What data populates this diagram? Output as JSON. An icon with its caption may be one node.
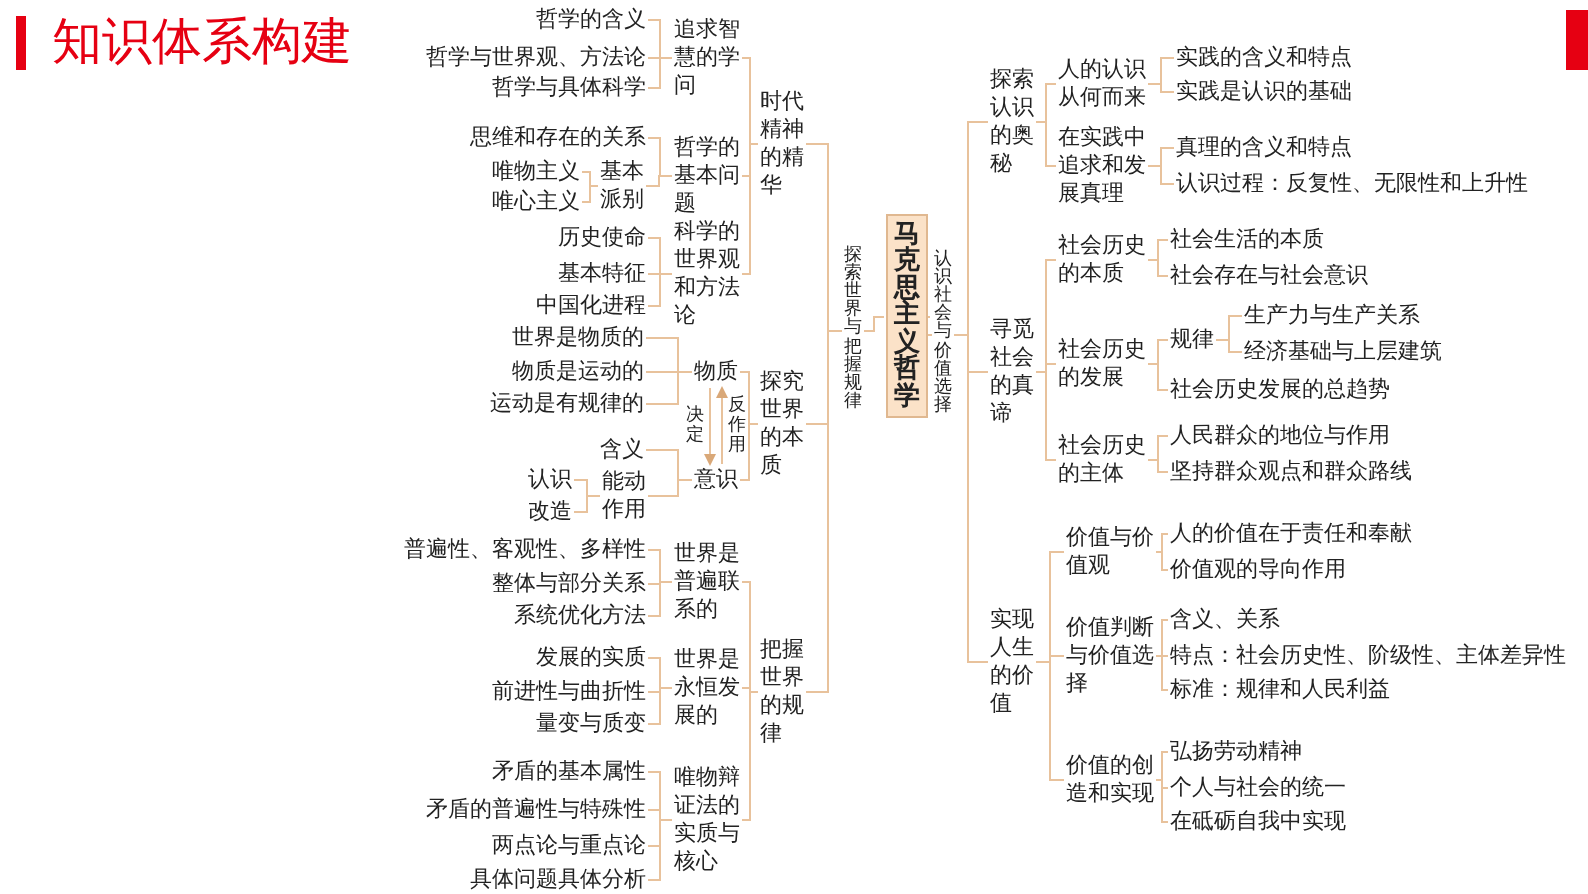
{
  "diagram": {
    "title": "知识体系构建",
    "nodes": [
      {
        "text": [
          "马克思主义哲学"
        ]
      },
      {
        "text": [
          "探索世界与把握规律"
        ]
      },
      {
        "text": [
          "认识社会与价值选择"
        ]
      },
      {
        "text": [
          "时代精神的精华"
        ]
      },
      {
        "text": [
          "追求智慧的学问"
        ]
      },
      {
        "text": [
          "哲学的含义"
        ]
      },
      {
        "text": [
          "哲学与世界观、方法论"
        ]
      },
      {
        "text": [
          "哲学与具体科学"
        ]
      },
      {
        "text": [
          "哲学的基本问题"
        ]
      },
      {
        "text": [
          "思维和存在的关系"
        ]
      },
      {
        "text": [
          "基本派别"
        ]
      },
      {
        "text": [
          "唯物主义"
        ]
      },
      {
        "text": [
          "唯心主义"
        ]
      },
      {
        "text": [
          "科学的世界观和方法论"
        ]
      },
      {
        "text": [
          "历史使命"
        ]
      },
      {
        "text": [
          "基本特征"
        ]
      },
      {
        "text": [
          "中国化进程"
        ]
      },
      {
        "text": [
          "探究世界的本质"
        ]
      },
      {
        "text": [
          "物质"
        ]
      },
      {
        "text": [
          "世界是物质的"
        ]
      },
      {
        "text": [
          "物质是运动的"
        ]
      },
      {
        "text": [
          "运动是有规律的"
        ]
      },
      {
        "text": [
          "意识"
        ]
      },
      {
        "text": [
          "含义"
        ]
      },
      {
        "text": [
          "能动作用"
        ]
      },
      {
        "text": [
          "认识"
        ]
      },
      {
        "text": [
          "改造"
        ]
      },
      {
        "text": [
          "把握世界的规律"
        ]
      },
      {
        "text": [
          "世界是普遍联系的"
        ]
      },
      {
        "text": [
          "普遍性、客观性、多样性"
        ]
      },
      {
        "text": [
          "整体与部分关系"
        ]
      },
      {
        "text": [
          "系统优化方法"
        ]
      },
      {
        "text": [
          "世界是永恒发展的"
        ]
      },
      {
        "text": [
          "发展的实质"
        ]
      },
      {
        "text": [
          "前进性与曲折性"
        ]
      },
      {
        "text": [
          "量变与质变"
        ]
      },
      {
        "text": [
          "唯物辩证法的实质与核心"
        ]
      },
      {
        "text": [
          "矛盾的基本属性"
        ]
      },
      {
        "text": [
          "矛盾的普遍性与特殊性"
        ]
      },
      {
        "text": [
          "两点论与重点论"
        ]
      },
      {
        "text": [
          "具体问题具体分析"
        ]
      },
      {
        "text": [
          "探索认识的奥秘"
        ]
      },
      {
        "text": [
          "人的认识从何而来"
        ]
      },
      {
        "text": [
          "实践的含义和特点"
        ]
      },
      {
        "text": [
          "实践是认识的基础"
        ]
      },
      {
        "text": [
          "在实践中追求和发展真理"
        ]
      },
      {
        "text": [
          "真理的含义和特点"
        ]
      },
      {
        "text": [
          "认识过程：反复性、无限性和上升性"
        ]
      },
      {
        "text": [
          "寻觅社会的真谛"
        ]
      },
      {
        "text": [
          "社会历史的本质"
        ]
      },
      {
        "text": [
          "社会生活的本质"
        ]
      },
      {
        "text": [
          "社会存在与社会意识"
        ]
      },
      {
        "text": [
          "社会历史的发展"
        ]
      },
      {
        "text": [
          "规律"
        ]
      },
      {
        "text": [
          "生产力与生产关系"
        ]
      },
      {
        "text": [
          "经济基础与上层建筑"
        ]
      },
      {
        "text": [
          "社会历史发展的总趋势"
        ]
      },
      {
        "text": [
          "社会历史的主体"
        ]
      },
      {
        "text": [
          "人民群众的地位与作用"
        ]
      },
      {
        "text": [
          "坚持群众观点和群众路线"
        ]
      },
      {
        "text": [
          "实现人生的价值"
        ]
      },
      {
        "text": [
          "价值与价值观"
        ]
      },
      {
        "text": [
          "人的价值在于责任和奉献"
        ]
      },
      {
        "text": [
          "价值观的导向作用"
        ]
      },
      {
        "text": [
          "价值判断与价值选择"
        ]
      },
      {
        "text": [
          "含义、关系"
        ]
      },
      {
        "text": [
          "特点：社会历史性、阶级性、主体差异性"
        ]
      },
      {
        "text": [
          "标准：规律和人民利益"
        ]
      },
      {
        "text": [
          "价值的创造和实现"
        ]
      },
      {
        "text": [
          "弘扬劳动精神"
        ]
      },
      {
        "text": [
          "个人与社会的统一"
        ]
      },
      {
        "text": [
          "在砥砺自我中实现"
        ]
      }
    ],
    "edges": [
      {
        "from": 0,
        "to": 1,
        "arrow": "none"
      },
      {
        "from": 0,
        "to": 2,
        "arrow": "none"
      },
      {
        "from": 1,
        "to": 3,
        "arrow": "none"
      },
      {
        "from": 1,
        "to": 17,
        "arrow": "none"
      },
      {
        "from": 1,
        "to": 27,
        "arrow": "none"
      },
      {
        "from": 3,
        "to": 4,
        "arrow": "none"
      },
      {
        "from": 4,
        "to": 5,
        "arrow": "none"
      },
      {
        "from": 4,
        "to": 6,
        "arrow": "none"
      },
      {
        "from": 4,
        "to": 7,
        "arrow": "none"
      },
      {
        "from": 3,
        "to": 8,
        "arrow": "none"
      },
      {
        "from": 8,
        "to": 9,
        "arrow": "none"
      },
      {
        "from": 8,
        "to": 10,
        "arrow": "none"
      },
      {
        "from": 10,
        "to": 11,
        "arrow": "none"
      },
      {
        "from": 10,
        "to": 12,
        "arrow": "none"
      },
      {
        "from": 3,
        "to": 13,
        "arrow": "none"
      },
      {
        "from": 13,
        "to": 14,
        "arrow": "none"
      },
      {
        "from": 13,
        "to": 15,
        "arrow": "none"
      },
      {
        "from": 13,
        "to": 16,
        "arrow": "none"
      },
      {
        "from": 17,
        "to": 18,
        "arrow": "none"
      },
      {
        "from": 18,
        "to": 19,
        "arrow": "none"
      },
      {
        "from": 18,
        "to": 20,
        "arrow": "none"
      },
      {
        "from": 18,
        "to": 21,
        "arrow": "none"
      },
      {
        "from": 17,
        "to": 22,
        "arrow": "none"
      },
      {
        "from": 22,
        "to": 23,
        "arrow": "none"
      },
      {
        "from": 22,
        "to": 24,
        "arrow": "none"
      },
      {
        "from": 24,
        "to": 25,
        "arrow": "none"
      },
      {
        "from": 24,
        "to": 26,
        "arrow": "none"
      },
      {
        "from": 18,
        "to": 22,
        "arrow": "to",
        "label": "决定"
      },
      {
        "from": 22,
        "to": 18,
        "arrow": "to",
        "label": "反作用"
      },
      {
        "from": 27,
        "to": 28,
        "arrow": "none"
      },
      {
        "from": 28,
        "to": 29,
        "arrow": "none"
      },
      {
        "from": 28,
        "to": 30,
        "arrow": "none"
      },
      {
        "from": 28,
        "to": 31,
        "arrow": "none"
      },
      {
        "from": 27,
        "to": 32,
        "arrow": "none"
      },
      {
        "from": 32,
        "to": 33,
        "arrow": "none"
      },
      {
        "from": 32,
        "to": 34,
        "arrow": "none"
      },
      {
        "from": 32,
        "to": 35,
        "arrow": "none"
      },
      {
        "from": 27,
        "to": 36,
        "arrow": "none"
      },
      {
        "from": 36,
        "to": 37,
        "arrow": "none"
      },
      {
        "from": 36,
        "to": 38,
        "arrow": "none"
      },
      {
        "from": 36,
        "to": 39,
        "arrow": "none"
      },
      {
        "from": 36,
        "to": 40,
        "arrow": "none"
      },
      {
        "from": 2,
        "to": 41,
        "arrow": "none"
      },
      {
        "from": 41,
        "to": 42,
        "arrow": "none"
      },
      {
        "from": 42,
        "to": 43,
        "arrow": "none"
      },
      {
        "from": 42,
        "to": 44,
        "arrow": "none"
      },
      {
        "from": 41,
        "to": 45,
        "arrow": "none"
      },
      {
        "from": 45,
        "to": 46,
        "arrow": "none"
      },
      {
        "from": 45,
        "to": 47,
        "arrow": "none"
      },
      {
        "from": 2,
        "to": 48,
        "arrow": "none"
      },
      {
        "from": 48,
        "to": 49,
        "arrow": "none"
      },
      {
        "from": 49,
        "to": 50,
        "arrow": "none"
      },
      {
        "from": 49,
        "to": 51,
        "arrow": "none"
      },
      {
        "from": 48,
        "to": 52,
        "arrow": "none"
      },
      {
        "from": 52,
        "to": 53,
        "arrow": "none"
      },
      {
        "from": 53,
        "to": 54,
        "arrow": "none"
      },
      {
        "from": 53,
        "to": 55,
        "arrow": "none"
      },
      {
        "from": 52,
        "to": 56,
        "arrow": "none"
      },
      {
        "from": 48,
        "to": 57,
        "arrow": "none"
      },
      {
        "from": 57,
        "to": 58,
        "arrow": "none"
      },
      {
        "from": 57,
        "to": 59,
        "arrow": "none"
      },
      {
        "from": 2,
        "to": 60,
        "arrow": "none"
      },
      {
        "from": 60,
        "to": 61,
        "arrow": "none"
      },
      {
        "from": 61,
        "to": 62,
        "arrow": "none"
      },
      {
        "from": 61,
        "to": 63,
        "arrow": "none"
      },
      {
        "from": 60,
        "to": 64,
        "arrow": "none"
      },
      {
        "from": 64,
        "to": 65,
        "arrow": "none"
      },
      {
        "from": 64,
        "to": 66,
        "arrow": "none"
      },
      {
        "from": 64,
        "to": 67,
        "arrow": "none"
      },
      {
        "from": 60,
        "to": 68,
        "arrow": "none"
      },
      {
        "from": 68,
        "to": 69,
        "arrow": "none"
      },
      {
        "from": 68,
        "to": 70,
        "arrow": "none"
      },
      {
        "from": 68,
        "to": 71,
        "arrow": "none"
      }
    ]
  }
}
